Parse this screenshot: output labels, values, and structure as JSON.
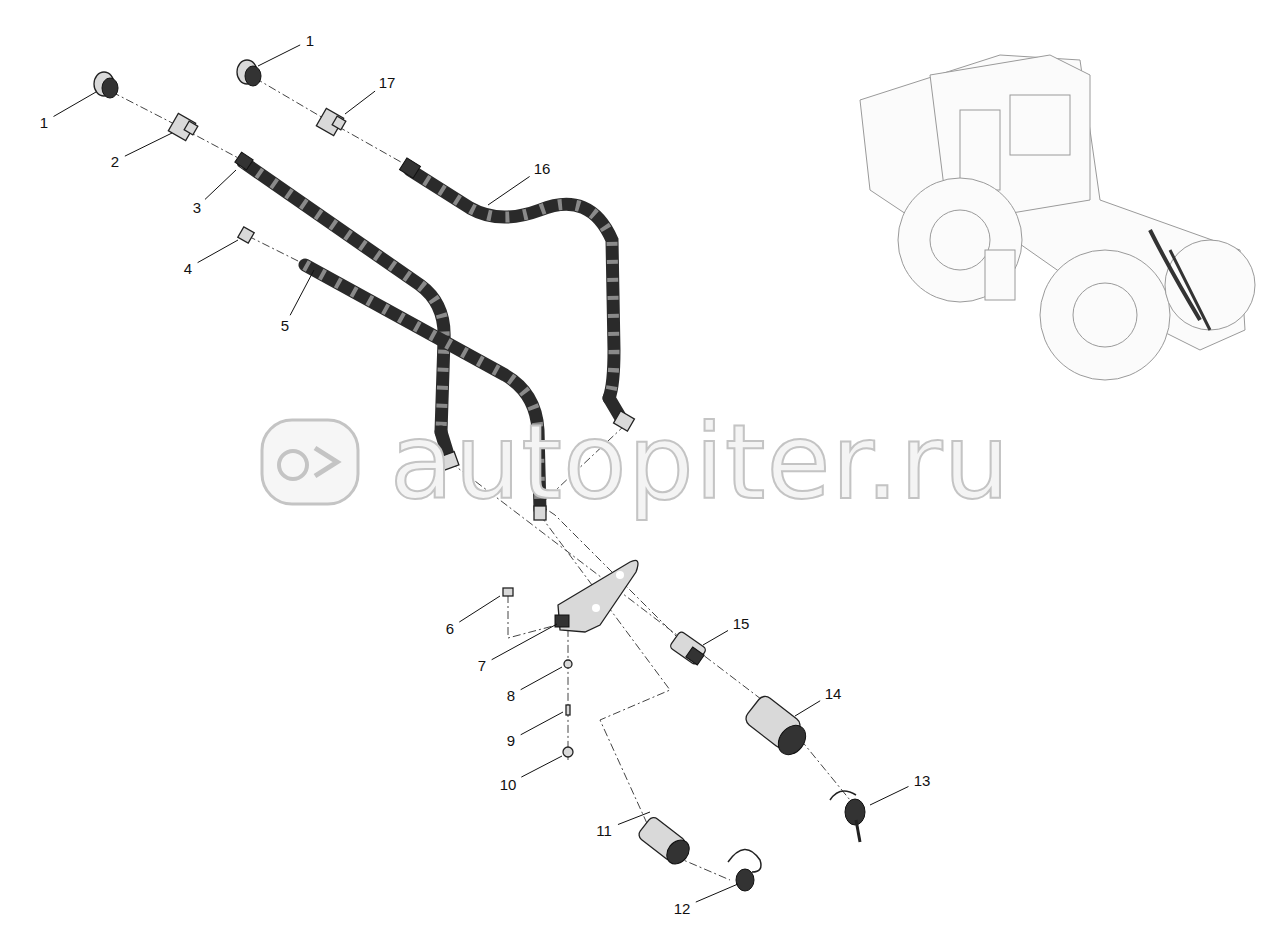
{
  "diagram": {
    "labels": [
      "1",
      "17",
      "1",
      "2",
      "16",
      "3",
      "4",
      "5",
      "6",
      "7",
      "15",
      "14",
      "8",
      "9",
      "13",
      "10",
      "11",
      "12",
      "autopiter.ru"
    ]
  }
}
